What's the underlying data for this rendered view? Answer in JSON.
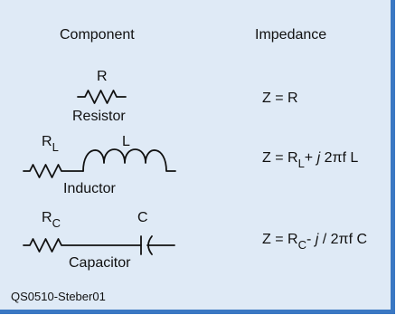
{
  "headers": {
    "component": "Component",
    "impedance": "Impedance"
  },
  "resistor": {
    "symbol": "R",
    "name": "Resistor",
    "formula": "Z = R"
  },
  "inductor": {
    "r_symbol": "R",
    "r_subscript": "L",
    "l_symbol": "L",
    "name": "Inductor",
    "formula_prefix": "Z = R",
    "formula_sub": "L",
    "formula_op": "+ ",
    "formula_j": "j",
    "formula_rest": " 2πf L"
  },
  "capacitor": {
    "r_symbol": "R",
    "r_subscript": "C",
    "c_symbol": "C",
    "name": "Capacitor",
    "formula_prefix": "Z = R",
    "formula_sub": "C",
    "formula_op": "- ",
    "formula_j": "j",
    "formula_rest": " / 2πf C"
  },
  "footer": {
    "code": "QS0510-Steber01"
  },
  "colors": {
    "background": "#dfeaf6",
    "border": "#3a78c3",
    "ink": "#111111"
  }
}
